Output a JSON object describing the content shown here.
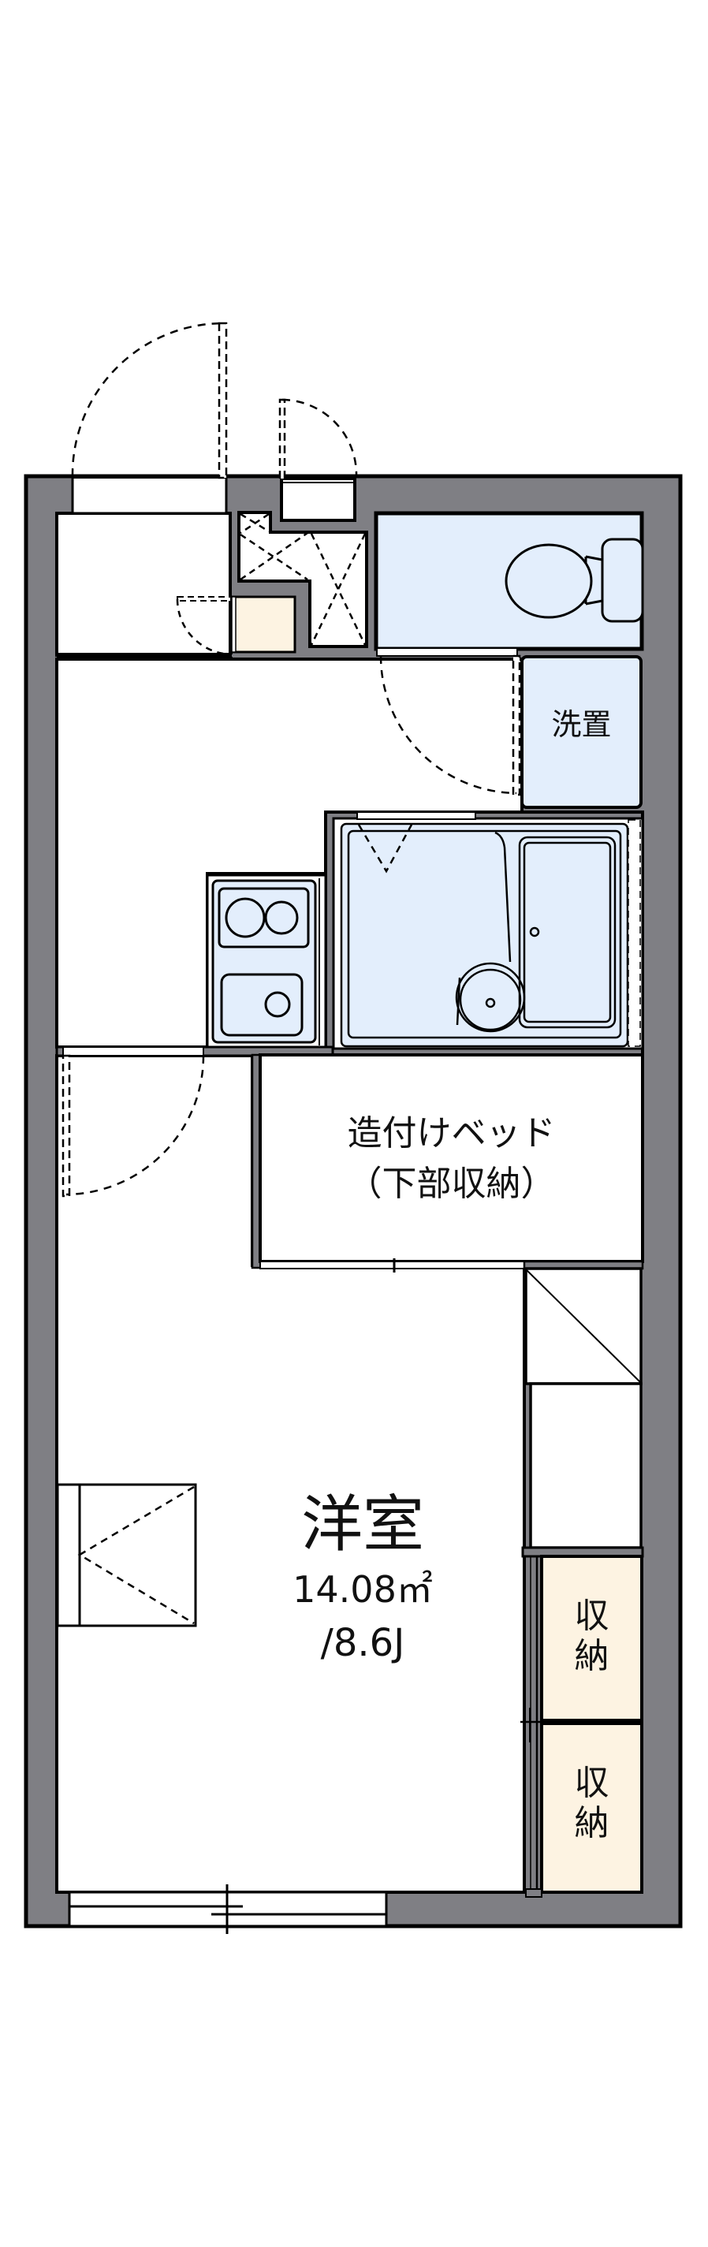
{
  "plan": {
    "colors": {
      "wall": "#7f7f84",
      "outline": "#000000",
      "wet_area": "#e3eefc",
      "storage": "#fdf3e2",
      "floor": "#ffffff"
    },
    "rooms": {
      "western_room": {
        "name": "洋室",
        "area": "14.08㎡",
        "size_jo": "/8.6J"
      },
      "built_in_bed": {
        "line1": "造付けベッド",
        "line2": "（下部収納）"
      },
      "washer_space": {
        "label": "洗置"
      },
      "storage_upper": {
        "line1": "収",
        "line2": "納"
      },
      "storage_lower": {
        "line1": "収",
        "line2": "納"
      }
    },
    "fixtures": [
      "toilet-icon",
      "unit-bath-icon",
      "bathtub-icon",
      "washbasin-icon",
      "stove-icon",
      "sink-icon",
      "air-conditioner-icon",
      "shoe-cabinet",
      "shelf"
    ]
  }
}
